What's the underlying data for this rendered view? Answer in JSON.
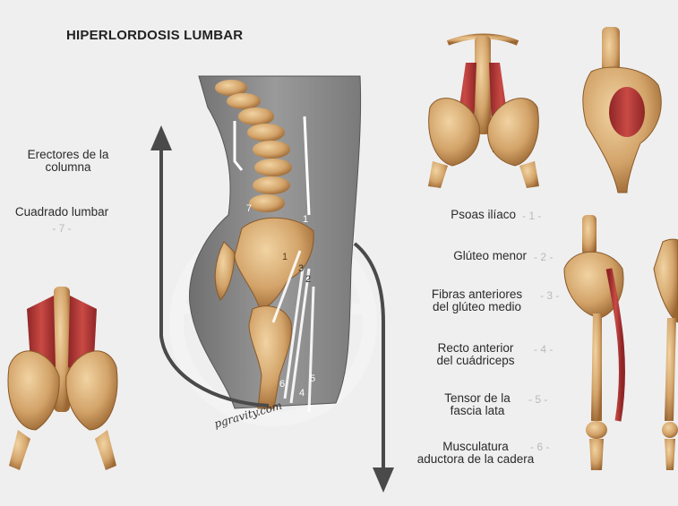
{
  "title": "HIPERLORDOSIS LUMBAR",
  "watermark": "pgravity.com",
  "left_labels": [
    {
      "lines": [
        "Erectores de la",
        "columna"
      ],
      "num": ""
    },
    {
      "lines": [
        "Cuadrado lumbar"
      ],
      "num": "- 7 -"
    }
  ],
  "right_labels": [
    {
      "lines": [
        "Psoas ilíaco"
      ],
      "num": "- 1 -"
    },
    {
      "lines": [
        "Glúteo menor"
      ],
      "num": "- 2 -"
    },
    {
      "lines": [
        "Fibras anteriores",
        "del glúteo medio"
      ],
      "num": "- 3 -"
    },
    {
      "lines": [
        "Recto anterior",
        "del cuádriceps"
      ],
      "num": "- 4 -"
    },
    {
      "lines": [
        "Tensor de la",
        "fascia lata"
      ],
      "num": "- 5 -"
    },
    {
      "lines": [
        "Musculatura",
        "aductora de la cadera"
      ],
      "num": "- 6 -"
    }
  ],
  "figure_numbers": [
    "1",
    "1",
    "2",
    "3",
    "4",
    "5",
    "6",
    "7"
  ],
  "colors": {
    "bone": "#d9b27c",
    "bone_dark": "#a9743d",
    "muscle": "#b8393a",
    "skin": "#8c8c8c",
    "arrow": "#4a4a4a",
    "label_number": "#b9b9b9"
  }
}
